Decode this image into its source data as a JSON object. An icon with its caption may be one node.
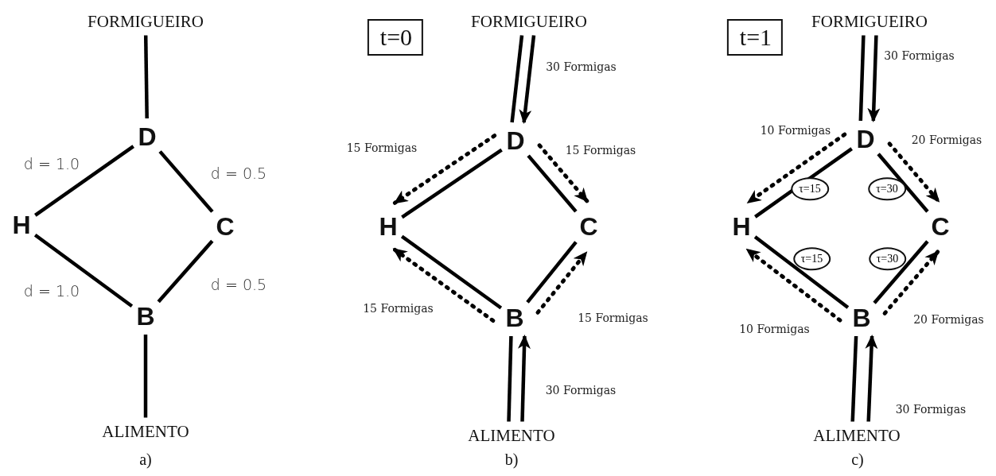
{
  "diagram": {
    "nodes": [
      {
        "text": [
          "FORMIGUEIRO"
        ]
      },
      {
        "text": [
          "D"
        ]
      },
      {
        "text": [
          "H"
        ]
      },
      {
        "text": [
          "C"
        ]
      },
      {
        "text": [
          "B"
        ]
      },
      {
        "text": [
          "ALIMENTO"
        ]
      },
      {
        "text": [
          "t=0"
        ]
      },
      {
        "text": [
          "FORMIGUEIRO"
        ]
      },
      {
        "text": [
          "D"
        ]
      },
      {
        "text": [
          "H"
        ]
      },
      {
        "text": [
          "C"
        ]
      },
      {
        "text": [
          "B"
        ]
      },
      {
        "text": [
          "ALIMENTO"
        ]
      },
      {
        "text": [
          "t=1"
        ]
      },
      {
        "text": [
          "FORMIGUEIRO"
        ]
      },
      {
        "text": [
          "D"
        ]
      },
      {
        "text": [
          "H"
        ]
      },
      {
        "text": [
          "C"
        ]
      },
      {
        "text": [
          "B"
        ]
      },
      {
        "text": [
          "ALIMENTO"
        ]
      }
    ],
    "edges": [
      {
        "from": 0,
        "to": 1,
        "arrow": "none"
      },
      {
        "from": 1,
        "to": 2,
        "arrow": "none",
        "label": "d = 1.0"
      },
      {
        "from": 1,
        "to": 3,
        "arrow": "none",
        "label": "d = 0.5"
      },
      {
        "from": 2,
        "to": 4,
        "arrow": "none",
        "label": "d = 1.0"
      },
      {
        "from": 3,
        "to": 4,
        "arrow": "none",
        "label": "d = 0.5"
      },
      {
        "from": 4,
        "to": 5,
        "arrow": "none"
      },
      {
        "from": 7,
        "to": 8,
        "arrow": "none"
      },
      {
        "from": 7,
        "to": 8,
        "arrow": "to",
        "label": "30 Formigas"
      },
      {
        "from": 8,
        "to": 9,
        "arrow": "none"
      },
      {
        "from": 8,
        "to": 10,
        "arrow": "none"
      },
      {
        "from": 9,
        "to": 11,
        "arrow": "none"
      },
      {
        "from": 10,
        "to": 11,
        "arrow": "none"
      },
      {
        "from": 11,
        "to": 12,
        "arrow": "none"
      },
      {
        "from": 12,
        "to": 11,
        "arrow": "to",
        "label": "30 Formigas"
      },
      {
        "from": 8,
        "to": 9,
        "arrow": "to",
        "style": "dashed",
        "label": "15 Formigas"
      },
      {
        "from": 8,
        "to": 10,
        "arrow": "to",
        "style": "dashed",
        "label": "15 Formigas"
      },
      {
        "from": 11,
        "to": 9,
        "arrow": "to",
        "style": "dashed",
        "label": "15 Formigas"
      },
      {
        "from": 11,
        "to": 10,
        "arrow": "to",
        "style": "dashed",
        "label": "15 Formigas"
      },
      {
        "from": 14,
        "to": 15,
        "arrow": "none"
      },
      {
        "from": 14,
        "to": 15,
        "arrow": "to",
        "label": "30 Formigas"
      },
      {
        "from": 15,
        "to": 16,
        "arrow": "none",
        "label": "τ=15"
      },
      {
        "from": 15,
        "to": 17,
        "arrow": "none",
        "label": "τ=30"
      },
      {
        "from": 16,
        "to": 18,
        "arrow": "none",
        "label": "τ=15"
      },
      {
        "from": 17,
        "to": 18,
        "arrow": "none",
        "label": "τ=30"
      },
      {
        "from": 18,
        "to": 19,
        "arrow": "none"
      },
      {
        "from": 19,
        "to": 18,
        "arrow": "to",
        "label": "30 Formigas"
      },
      {
        "from": 15,
        "to": 16,
        "arrow": "to",
        "style": "dashed",
        "label": "10 Formigas"
      },
      {
        "from": 15,
        "to": 17,
        "arrow": "to",
        "style": "dashed",
        "label": "20 Formigas"
      },
      {
        "from": 18,
        "to": 16,
        "arrow": "to",
        "style": "dashed",
        "label": "10 Formigas"
      },
      {
        "from": 18,
        "to": 17,
        "arrow": "to",
        "style": "dashed",
        "label": "20 Formigas"
      }
    ],
    "labels": [
      "a)",
      "b)",
      "c)"
    ]
  }
}
